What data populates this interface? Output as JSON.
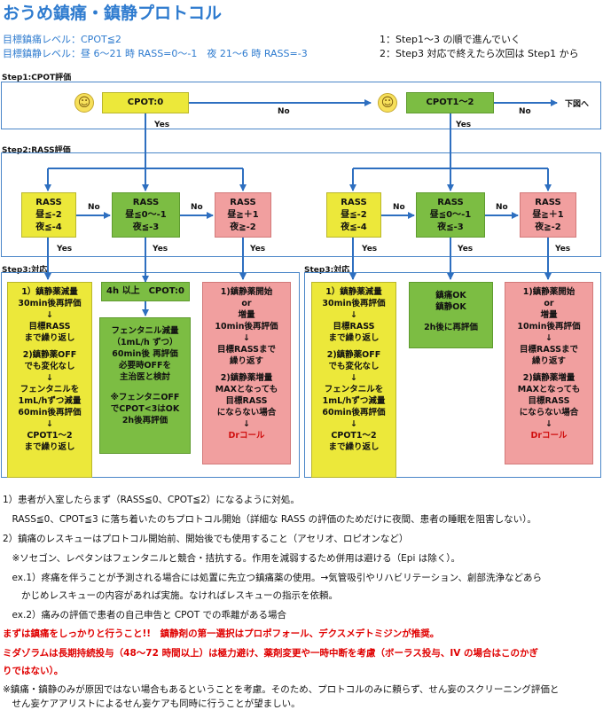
{
  "title": "おうめ鎮痛・鎮静プロトコル",
  "goals": {
    "analgesia": "目標鎮痛レベル：CPOT≦2",
    "sedation": "目標鎮静レベル：昼 6〜21 時 RASS=0〜-1　夜 21〜6 時 RASS=-3"
  },
  "notes": [
    "1：Step1〜3 の順で進んでいく",
    "2：Step3 対応で終えたら次回は Step1 から"
  ],
  "step1": {
    "label": "Step1:CPOT評価",
    "cpot0": "CPOT:0",
    "cpot12": "CPOT1〜2",
    "next": "下図へ"
  },
  "step2": {
    "label": "Step2:RASS評価"
  },
  "step3": {
    "label": "Step3:対応"
  },
  "arrow_labels": {
    "yes": "Yes",
    "no": "No"
  },
  "rass": {
    "low": [
      "RASS",
      "昼≦-2",
      "夜≦-4"
    ],
    "target": [
      "RASS",
      "昼≦0〜-1",
      "夜≦-3"
    ],
    "high": [
      "RASS",
      "昼≧＋1",
      "夜≧-2"
    ]
  },
  "actions_left": {
    "reduce": [
      "1）鎮静薬減量",
      "30min後再評価",
      "↓",
      "目標RASS",
      "まで繰り返し",
      "",
      "2)鎮静薬OFF",
      "でも変化なし",
      "↓",
      "フェンタニルを",
      "1mL/hずつ減量",
      "60min後再評価",
      "↓",
      "CPOT1〜2",
      "まで繰り返し"
    ],
    "hold_header": "4h 以上　CPOT:0",
    "fentanyl": [
      "フェンタニル減量",
      "（1mL/h ずつ）",
      "60min後 再評価",
      "必要時OFFを",
      "主治医と検討",
      "",
      "※フェンタニOFF",
      "でCPOT<3はOK",
      "2h後再評価"
    ],
    "increase": [
      "1)鎮静薬開始",
      "or",
      "増量",
      "10min後再評価",
      "↓",
      "目標RASSまで",
      "繰り返す",
      "",
      "2)鎮静薬増量",
      "MAXとなっても",
      "目標RASS",
      "にならない場合",
      "↓"
    ],
    "dr_call": "Drコール"
  },
  "actions_right": {
    "reduce": [
      "1）鎮静薬減量",
      "30min後再評価",
      "↓",
      "目標RASS",
      "まで繰り返し",
      "",
      "2)鎮静薬OFF",
      "でも変化なし",
      "↓",
      "フェンタニルを",
      "1mL/hずつ減量",
      "60min後再評価",
      "↓",
      "CPOT1〜2",
      "まで繰り返し"
    ],
    "ok": [
      "鎮痛OK",
      "鎮静OK",
      "",
      "2h後に再評価"
    ],
    "increase": [
      "1)鎮静薬開始",
      "or",
      "増量",
      "10min後再評価",
      "↓",
      "目標RASSまで",
      "繰り返す",
      "",
      "2)鎮静薬増量",
      "MAXとなっても",
      "目標RASS",
      "にならない場合",
      "↓"
    ],
    "dr_call": "Drコール"
  },
  "footer": [
    "1）患者が入室したらまず（RASS≦0、CPOT≦2）になるように対処。",
    "　RASS≦0、CPOT≦3 に落ち着いたのちプロトコル開始（詳細な RASS の評価のためだけに夜間、患者の睡眠を阻害しない）。",
    "2）鎮痛のレスキューはプロトコル開始前、開始後でも使用すること（アセリオ、ロピオンなど）",
    "　※ソセゴン、レペタンはフェンタニルと競合・拮抗する。作用を減弱するため併用は避ける（Epi は除く）。",
    "　ex.1）疼痛を伴うことが予測される場合には処置に先立つ鎮痛薬の使用。→気管吸引やリハビリテーション、創部洗浄などあら",
    "　　かじめレスキューの内容があれば実施。なければレスキューの指示を依頼。",
    "　ex.2）痛みの評価で患者の自己申告と CPOT での乖離がある場合"
  ],
  "footer_red": [
    "まずは鎮痛をしっかりと行うこと!!　鎮静剤の第一選択はプロポフォール、デクスメデトミジンが推奨。",
    "ミダゾラムは長期持続投与（48〜72 時間以上）は極力避け、薬剤変更や一時中断を考慮（ボーラス投与、IV の場合はこのかぎ",
    "りではない）。"
  ],
  "footer_last": [
    "※鎮痛・鎮静のみが原因ではない場合もあるということを考慮。そのため、プロトコルのみに頼らず、せん妄のスクリーニング評価と",
    "　せん妄ケアアリストによるせん妄ケアも同時に行うことが望ましい。"
  ],
  "colors": {
    "title": "#2e7bcf",
    "yellow": "#ece83a",
    "green": "#7cbd43",
    "pink": "#f19f9f",
    "line": "#2e6fc0",
    "red": "#e00000"
  }
}
